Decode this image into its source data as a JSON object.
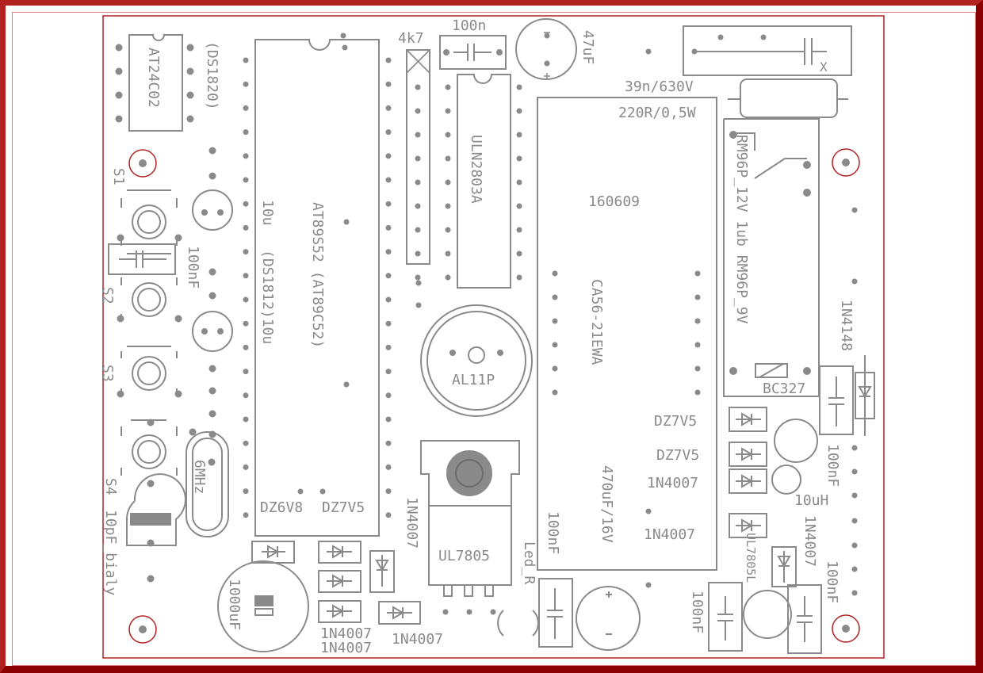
{
  "colors": {
    "frame_outer": "#b22222",
    "frame_dark": "#8b0000",
    "board_outline": "#b22222",
    "silkscreen": "#8a8a8a",
    "mounting_hole": "#b22222",
    "background": "#ffffff"
  },
  "labels": {
    "at24c02": "AT24C02",
    "ds1820": "(DS1820)",
    "r4k7": "4k7",
    "c100n_top": "100n",
    "c47uf": "47uF",
    "c39n": "39n/630V",
    "r220": "220R/0,5W",
    "x_mark": "X",
    "uln2803a": "ULN2803A",
    "at89s52": "AT89S52 (AT89C52)",
    "c10u_a": "10u",
    "ds1812": "(DS1812)10u",
    "c100nf_left": "100nF",
    "s1": "S1",
    "s2": "S2",
    "s3": "S3",
    "s4": "S4",
    "c10pf": "10pF_bialy",
    "c1000uf": "1000uF",
    "crystal": "6MHz",
    "dz6v8": "DZ6V8",
    "dz7v5_mid": "DZ7V5",
    "d1n4007_a": "1N4007",
    "d1n4007_b": "1N4007",
    "d1n4007_c": "1N4007",
    "d1n4007_d": "1N4007",
    "buzzer": "AL11P",
    "reg_ul7805": "UL7805",
    "led_r": "Led_R",
    "c100nf_bottom_mid": "100nF",
    "display": "CA56-21EWA",
    "date_code": "160609",
    "c470uf": "470uF/16V",
    "dz7v5_r1": "DZ7V5",
    "dz7v5_r2": "DZ7V5",
    "d1n4007_r": "1N4007",
    "d1n4007_r2": "1N4007",
    "relay": "RM96P_12V 1ub RM96P_9V",
    "bc327": "BC327",
    "d1n4148": "1N4148",
    "c100nf_right1": "100nF",
    "l10uh": "10uH",
    "d1n4007_right": "1N4007",
    "c100nf_right2": "100nF",
    "reg_ul7805l": "UL7805L",
    "c100nf_right3": "100nF"
  }
}
